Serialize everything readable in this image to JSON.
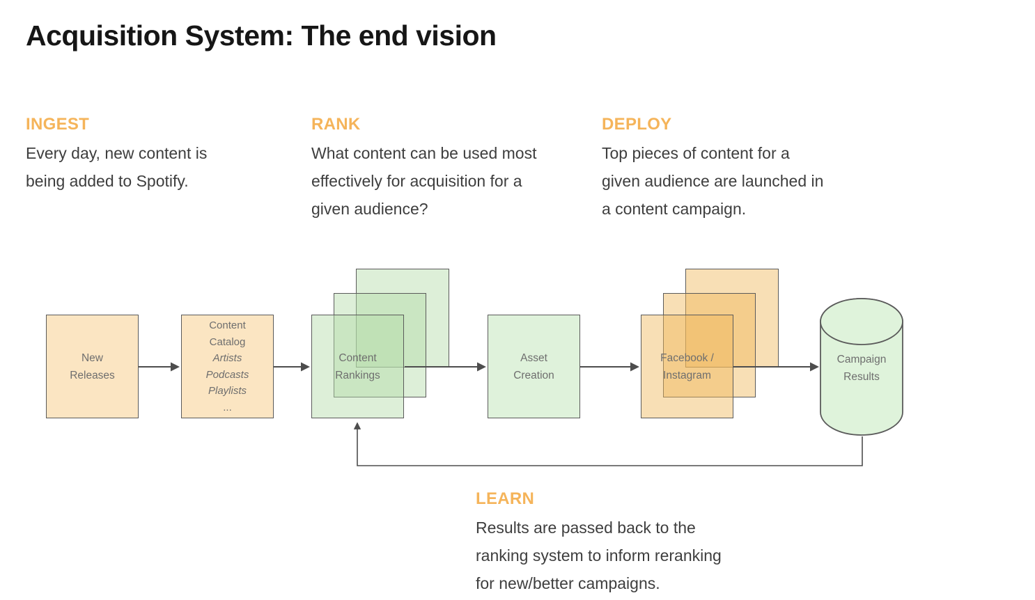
{
  "title": "Acquisition System: The end vision",
  "sections": {
    "ingest": {
      "label": "INGEST",
      "body": "Every day, new content is\nbeing added to Spotify."
    },
    "rank": {
      "label": "RANK",
      "body": "What content can be used most\neffectively for acquisition for a\ngiven audience?"
    },
    "deploy": {
      "label": "DEPLOY",
      "body": "Top pieces of content for a\ngiven audience are launched in\na content campaign."
    },
    "learn": {
      "label": "LEARN",
      "body": "Results are passed back to the\nranking system to inform reranking\nfor new/better campaigns."
    }
  },
  "diagram": {
    "nodes": {
      "new_releases": {
        "label": "New\nReleases",
        "shape": "rect",
        "fill": "#FBE5C2"
      },
      "content_catalog": {
        "title": "Content\nCatalog",
        "italic_items": "Artists\nPodcasts\nPlaylists",
        "ellipsis": "...",
        "shape": "rect",
        "fill": "#FBE5C2"
      },
      "content_rankings": {
        "label": "Content\nRankings",
        "shape": "stacked-rects-3",
        "fill": "translucent-green"
      },
      "asset_creation": {
        "label": "Asset\nCreation",
        "shape": "rect",
        "fill": "#DFF2DB"
      },
      "facebook_instagram": {
        "label": "Facebook /\nInstagram",
        "shape": "stacked-rects-3",
        "fill": "translucent-orange"
      },
      "campaign_results": {
        "label": "Campaign\nResults",
        "shape": "cylinder",
        "fill": "#DFF3DB"
      }
    },
    "edges": [
      {
        "from": "new_releases",
        "to": "content_catalog"
      },
      {
        "from": "content_catalog",
        "to": "content_rankings"
      },
      {
        "from": "content_rankings",
        "to": "asset_creation"
      },
      {
        "from": "asset_creation",
        "to": "facebook_instagram"
      },
      {
        "from": "facebook_instagram",
        "to": "campaign_results"
      },
      {
        "from": "campaign_results",
        "to": "content_rankings",
        "type": "feedback-loop"
      }
    ]
  },
  "colors": {
    "accent_orange": "#F5B45A",
    "title_text": "#161616",
    "body_text": "#3E3E3E",
    "node_text": "#6E6E6E",
    "node_border": "#5A5A5A",
    "arrow": "#4D4D4D",
    "tan_fill": "#FBE5C2",
    "green_fill": "#DFF2DB"
  }
}
